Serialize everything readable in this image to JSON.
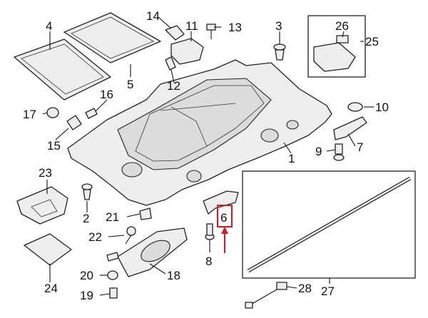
{
  "diagram": {
    "callouts": [
      {
        "id": "c1",
        "text": "1"
      },
      {
        "id": "c2",
        "text": "2"
      },
      {
        "id": "c3",
        "text": "3"
      },
      {
        "id": "c4",
        "text": "4"
      },
      {
        "id": "c5",
        "text": "5"
      },
      {
        "id": "c6",
        "text": "6"
      },
      {
        "id": "c7",
        "text": "7"
      },
      {
        "id": "c8",
        "text": "8"
      },
      {
        "id": "c9",
        "text": "9"
      },
      {
        "id": "c10",
        "text": "10"
      },
      {
        "id": "c11",
        "text": "11"
      },
      {
        "id": "c12",
        "text": "12"
      },
      {
        "id": "c13",
        "text": "13"
      },
      {
        "id": "c14",
        "text": "14"
      },
      {
        "id": "c15",
        "text": "15"
      },
      {
        "id": "c16",
        "text": "16"
      },
      {
        "id": "c17",
        "text": "17"
      },
      {
        "id": "c18",
        "text": "18"
      },
      {
        "id": "c19",
        "text": "19"
      },
      {
        "id": "c20",
        "text": "20"
      },
      {
        "id": "c21",
        "text": "21"
      },
      {
        "id": "c22",
        "text": "22"
      },
      {
        "id": "c23",
        "text": "23"
      },
      {
        "id": "c24",
        "text": "24"
      },
      {
        "id": "c25",
        "text": "25"
      },
      {
        "id": "c26",
        "text": "26"
      },
      {
        "id": "c27",
        "text": "27"
      },
      {
        "id": "c28",
        "text": "28"
      }
    ],
    "highlight": {
      "callout": "6",
      "color": "#e0141e"
    }
  }
}
